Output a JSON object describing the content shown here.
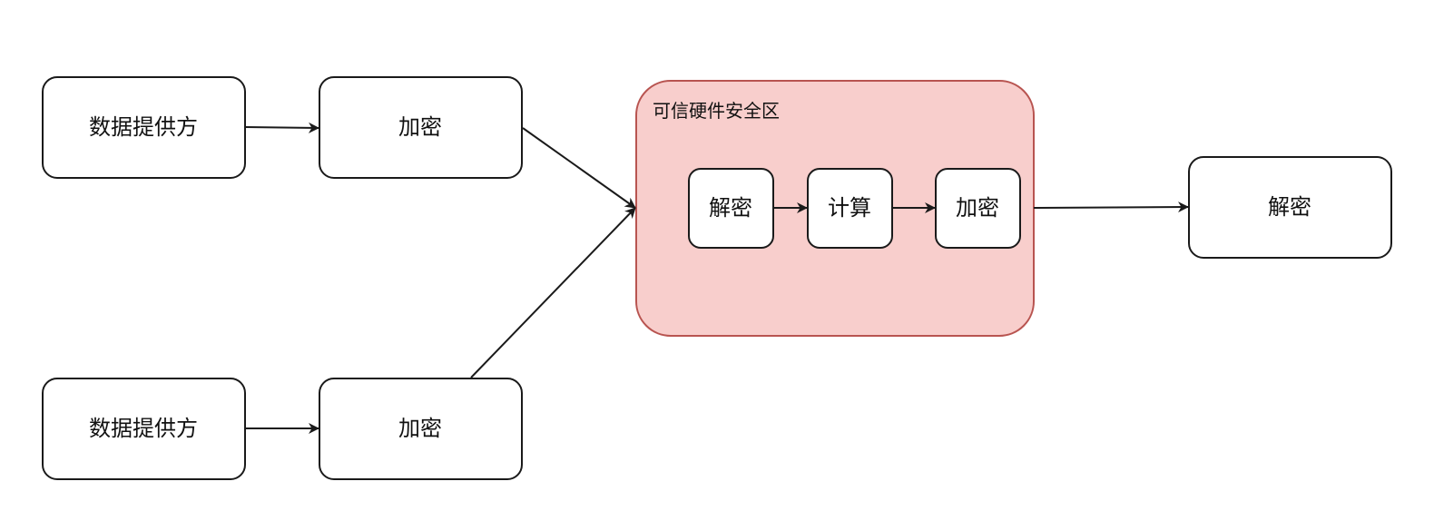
{
  "colors": {
    "zone_fill": "#f8cecc",
    "zone_stroke": "#b85450",
    "node_stroke": "#1a1a1a",
    "edge": "#1a1a1a"
  },
  "zone": {
    "label": "可信硬件安全区"
  },
  "nodes": {
    "provider_top": {
      "label": "数据提供方"
    },
    "encrypt_top": {
      "label": "加密"
    },
    "provider_bottom": {
      "label": "数据提供方"
    },
    "encrypt_bottom": {
      "label": "加密"
    },
    "inner_decrypt": {
      "label": "解密"
    },
    "inner_compute": {
      "label": "计算"
    },
    "inner_encrypt": {
      "label": "加密"
    },
    "output_decrypt": {
      "label": "解密"
    }
  }
}
